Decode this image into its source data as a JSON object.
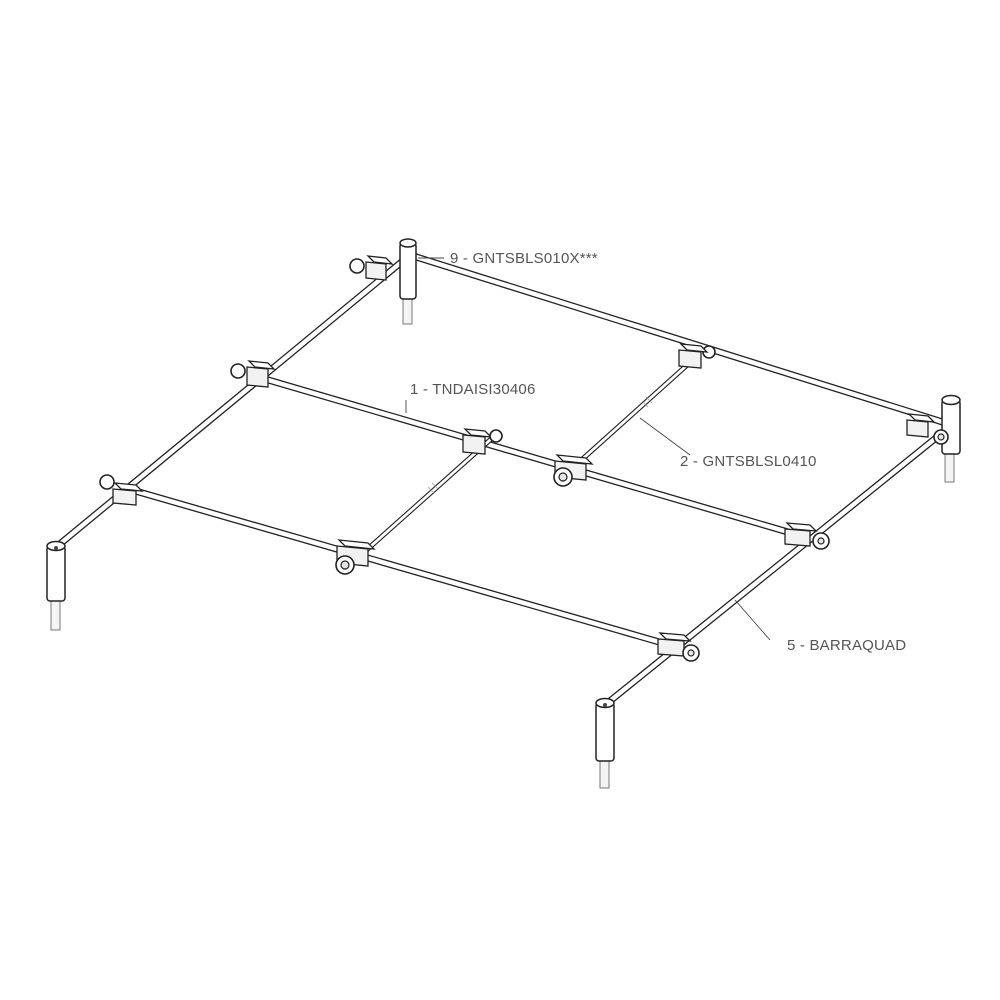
{
  "diagram": {
    "callouts": [
      {
        "id": "c9",
        "text": "9 - GNTSBLS010X***"
      },
      {
        "id": "c1",
        "text": "1 - TNDAISI30406"
      },
      {
        "id": "c2",
        "text": "2 - GNTSBLSL0410"
      },
      {
        "id": "c5",
        "text": "5 - BARRAQUAD"
      }
    ]
  }
}
